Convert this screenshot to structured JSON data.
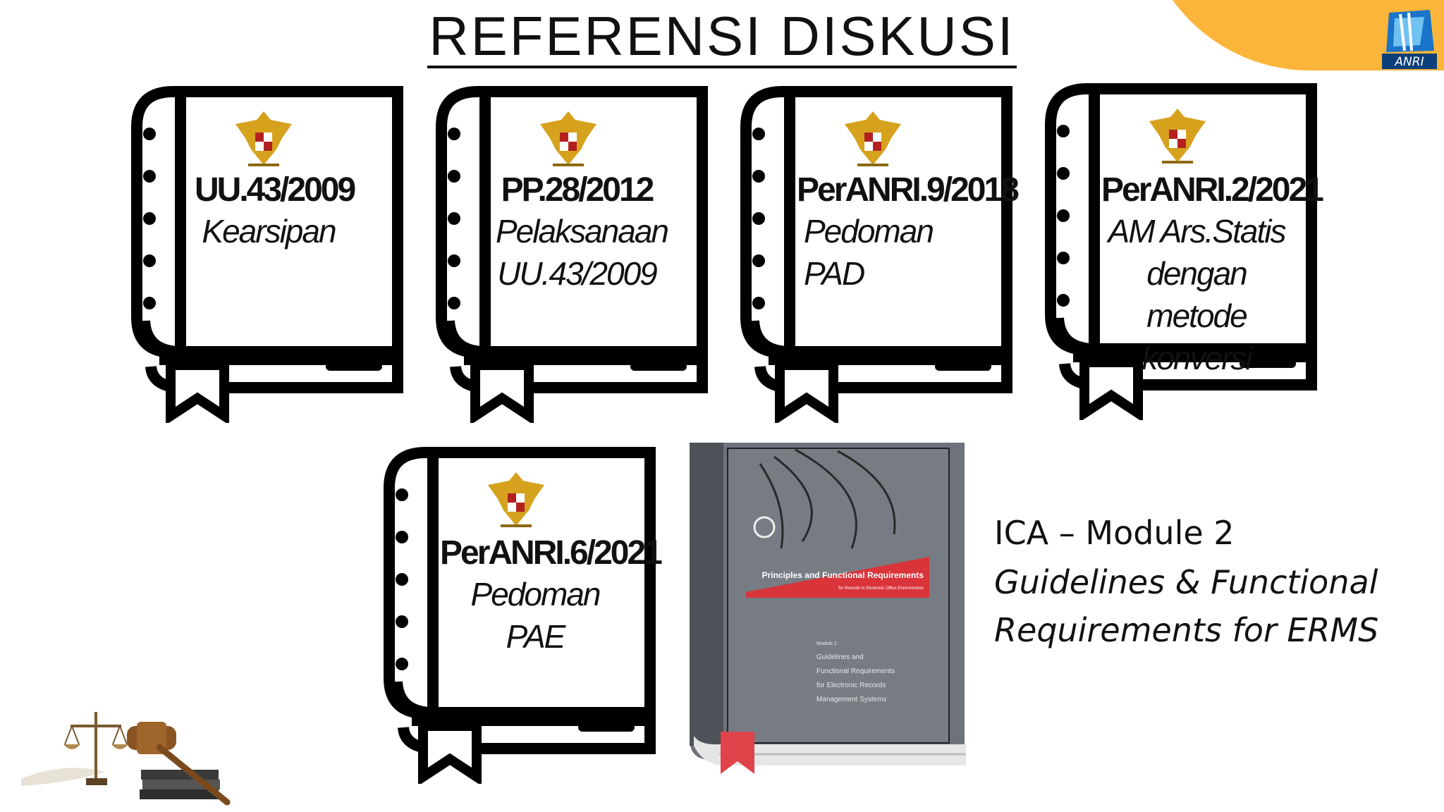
{
  "slide": {
    "title": "REFERENSI DISKUSI",
    "brand_color": "#fbb53a",
    "logo_text": "ANRI"
  },
  "books": [
    {
      "code": "UU.43/2009",
      "description": [
        "Kearsipan"
      ]
    },
    {
      "code": "PP.28/2012",
      "description": [
        "Pelaksanaan",
        "UU.43/2009"
      ]
    },
    {
      "code": "PerANRI.9/2018",
      "description": [
        "Pedoman PAD"
      ]
    },
    {
      "code": "PerANRI.2/2021",
      "description": [
        "AM Ars.Statis",
        "dengan metode",
        "konversi"
      ]
    },
    {
      "code": "PerANRI.6/2021",
      "description": [
        "Pedoman PAE"
      ]
    }
  ],
  "ica": {
    "heading": "ICA – Module 2",
    "description_line1": "Guidelines & Functional",
    "description_line2": "Requirements for ERMS",
    "cover": {
      "banner": "Principles and Functional Requirements",
      "banner_sub": "for Records in Electronic Office Environments",
      "module_label": "Module 2",
      "module_title": [
        "Guidelines and",
        "Functional Requirements",
        "for Electronic Records",
        "Management Systems"
      ],
      "cover_color": "#6e737b",
      "banner_color": "#d9343a"
    }
  }
}
